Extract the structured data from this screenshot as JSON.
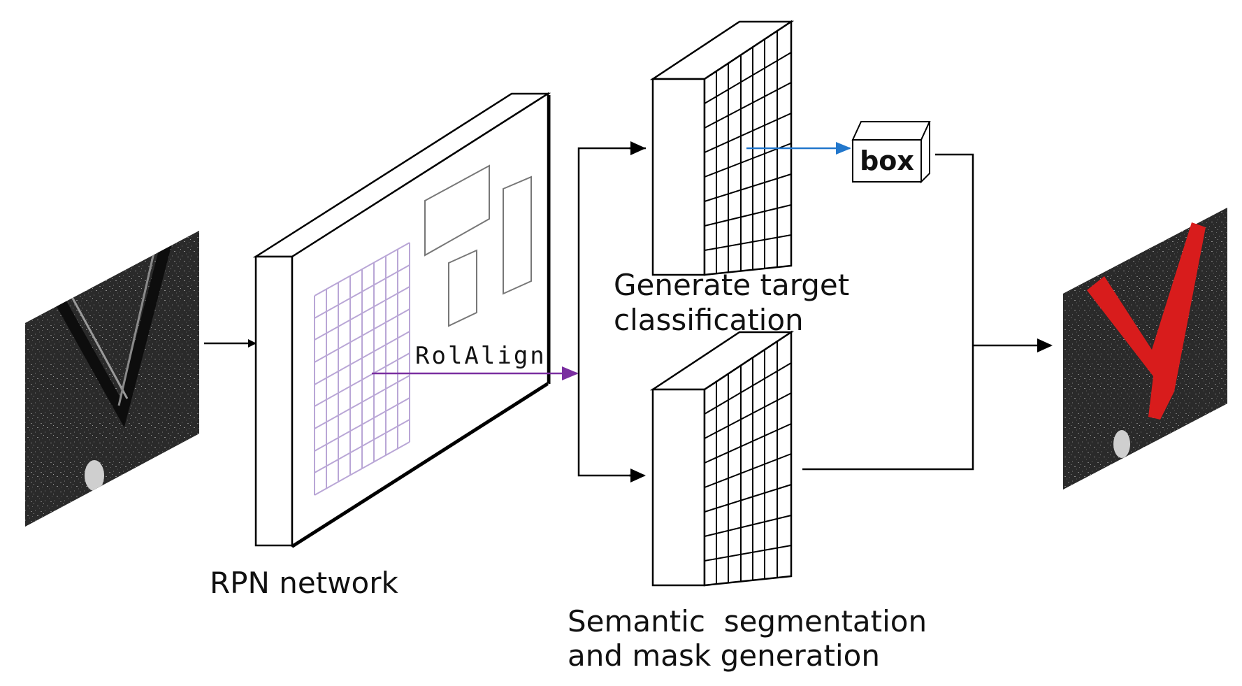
{
  "labels": {
    "rpn": "RPN network",
    "roialign": "RolAlign",
    "box": "box",
    "classification_line1": "Generate target",
    "classification_line2": "classification",
    "segmentation_line1": "Semantic  segmentation",
    "segmentation_line2": "and mask generation"
  },
  "colors": {
    "roialign_arrow": "#7a2ea0",
    "roi_grid": "#b9a6d6",
    "box_arrow": "#2277cc",
    "mask": "#d81c1c",
    "stroke": "#000000"
  }
}
